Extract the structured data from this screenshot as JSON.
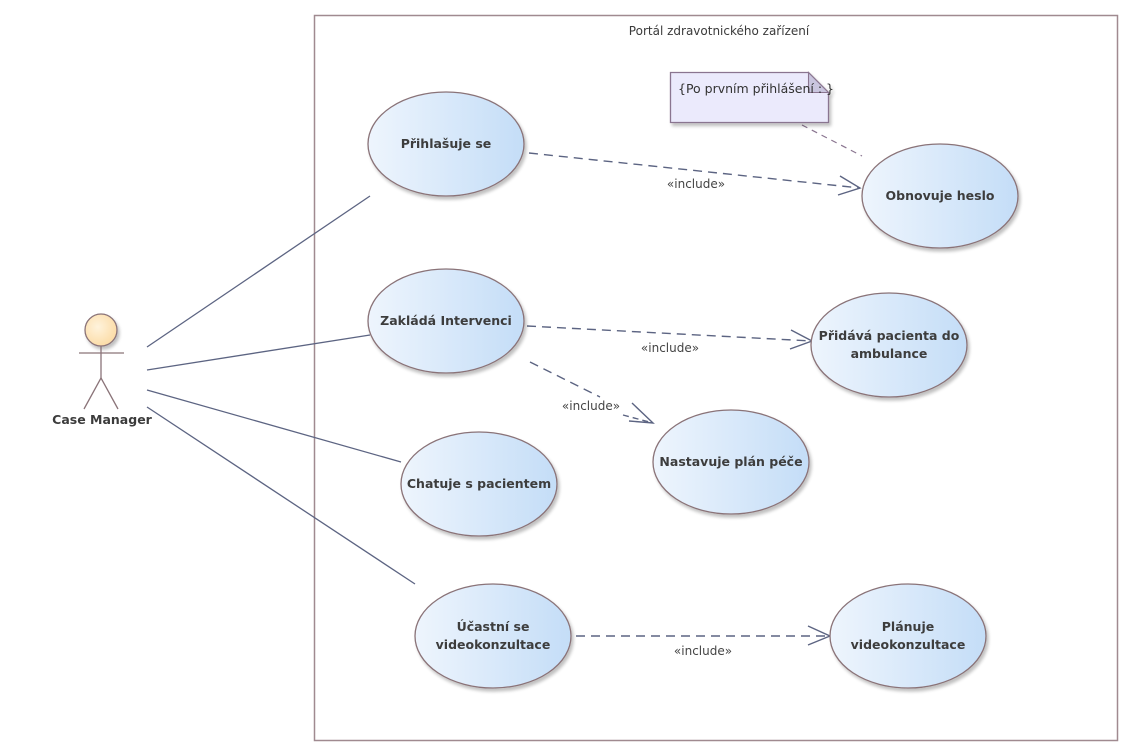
{
  "diagram": {
    "type": "UML use case diagram",
    "boundary": {
      "title": "Portál zdravotnického zařízení"
    },
    "actor": {
      "id": "case-manager",
      "label": "Case Manager"
    },
    "note": {
      "text": "{Po prvním přihlášení : }",
      "attached_to": "obnovuje-heslo"
    },
    "use_cases": [
      {
        "id": "prihlasuje-se",
        "lines": [
          "Přihlašuje se"
        ]
      },
      {
        "id": "obnovuje-heslo",
        "lines": [
          "Obnovuje heslo"
        ]
      },
      {
        "id": "zaklada-intervenci",
        "lines": [
          "Zakládá Intervenci"
        ]
      },
      {
        "id": "pridava-pacienta",
        "lines": [
          "Přidává pacienta do",
          "ambulance"
        ]
      },
      {
        "id": "nastavuje-plan",
        "lines": [
          "Nastavuje plán péče"
        ]
      },
      {
        "id": "chatuje",
        "lines": [
          "Chatuje s pacientem"
        ]
      },
      {
        "id": "ucastni-se",
        "lines": [
          "Účastní se",
          "videokonzultace"
        ]
      },
      {
        "id": "planuje",
        "lines": [
          "Plánuje",
          "videokonzultace"
        ]
      }
    ],
    "associations": [
      {
        "from": "case-manager",
        "to": "prihlasuje-se"
      },
      {
        "from": "case-manager",
        "to": "zaklada-intervenci"
      },
      {
        "from": "case-manager",
        "to": "chatuje"
      },
      {
        "from": "case-manager",
        "to": "ucastni-se"
      }
    ],
    "includes": [
      {
        "from": "prihlasuje-se",
        "to": "obnovuje-heslo",
        "label": "«include»"
      },
      {
        "from": "zaklada-intervenci",
        "to": "pridava-pacienta",
        "label": "«include»"
      },
      {
        "from": "zaklada-intervenci",
        "to": "nastavuje-plan",
        "label": "«include»"
      },
      {
        "from": "ucastni-se",
        "to": "planuje",
        "label": "«include»"
      }
    ],
    "colors": {
      "boundary_stroke": "#a08a90",
      "usecase_fill_left": "#eef5fd",
      "usecase_fill_right": "#c6dff8",
      "usecase_stroke": "#8a7378",
      "line": "#5c6482",
      "note_fill": "#ebeafc",
      "note_stroke": "#8a7590",
      "actor_head_fill": "#fde6bc",
      "actor_stroke": "#8a7378"
    }
  }
}
